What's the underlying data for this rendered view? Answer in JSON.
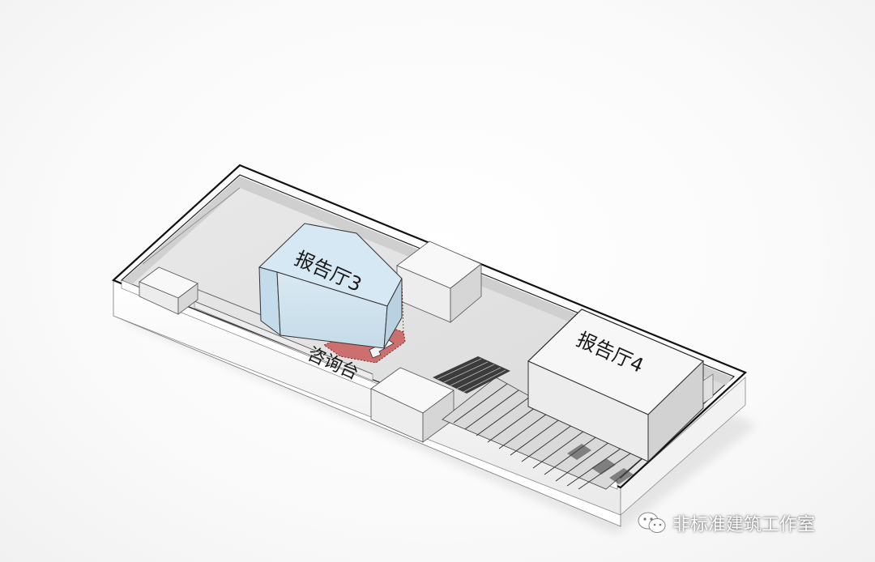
{
  "labels": {
    "hall3": "报告厅3",
    "hall4": "报告厅4",
    "info_desk": "咨询台"
  },
  "watermark": {
    "icon": "wechat-icon",
    "text": "非标准建筑工作室"
  },
  "colors": {
    "hall3_fill": "#cfe3ef",
    "info_desk_fill": "#c85a5a",
    "outline": "#111111",
    "floor": "#e4e4e4",
    "block_top": "#f7f7f7"
  }
}
